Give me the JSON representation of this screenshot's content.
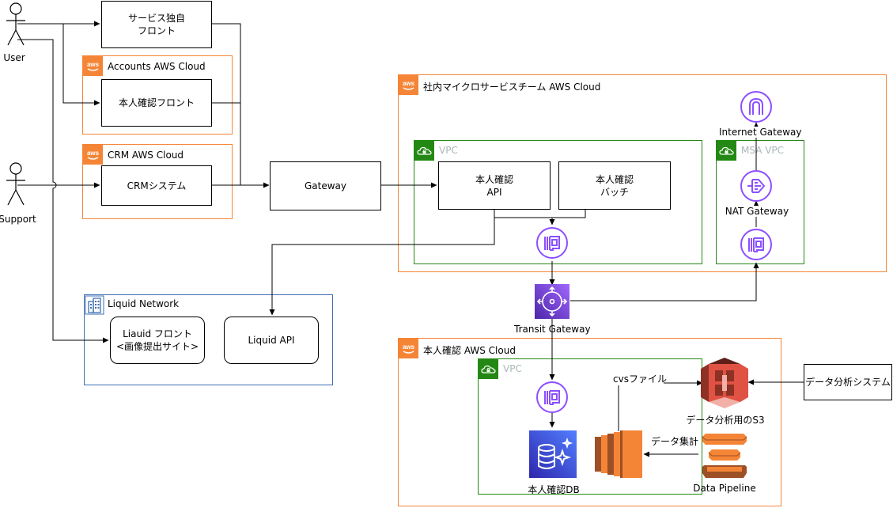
{
  "actors": {
    "user": "User",
    "support": "Support"
  },
  "boxes": {
    "service_front": "サービス独自\nフロント",
    "identity_front": "本人確認フロント",
    "crm_system": "CRMシステム",
    "gateway": "Gateway",
    "identity_api": "本人確認\nAPI",
    "identity_batch": "本人確認\nバッチ",
    "liquid_front": "Liauid フロント\n<画像提出サイト>",
    "liquid_api": "Liquid API",
    "data_analysis_system": "データ分析システム"
  },
  "groups": {
    "accounts_cloud": "Accounts AWS Cloud",
    "crm_cloud": "CRM AWS Cloud",
    "microservice_cloud": "社内マイクロサービスチーム AWS Cloud",
    "vpc1": "VPC",
    "msa_vpc": "MSA VPC",
    "liquid_network": "Liquid Network",
    "identity_cloud": "本人確認 AWS Cloud",
    "vpc2": "VPC"
  },
  "labels": {
    "internet_gateway": "Internet Gateway",
    "nat_gateway": "NAT Gateway",
    "transit_gateway": "Transit Gateway",
    "identity_db": "本人確認DB",
    "s3": "データ分析用のS3",
    "data_pipeline": "Data Pipeline",
    "csv_file": "cvsファイル",
    "data_aggregation": "データ集計"
  },
  "colors": {
    "aws_orange": "#f58536",
    "vpc_green": "#248814",
    "network_blue": "#3f6fb3",
    "network_purple": "#8c4fff",
    "database_blue": "#3334b9",
    "s3_red": "#e05243",
    "compute_orange": "#e7731c"
  }
}
